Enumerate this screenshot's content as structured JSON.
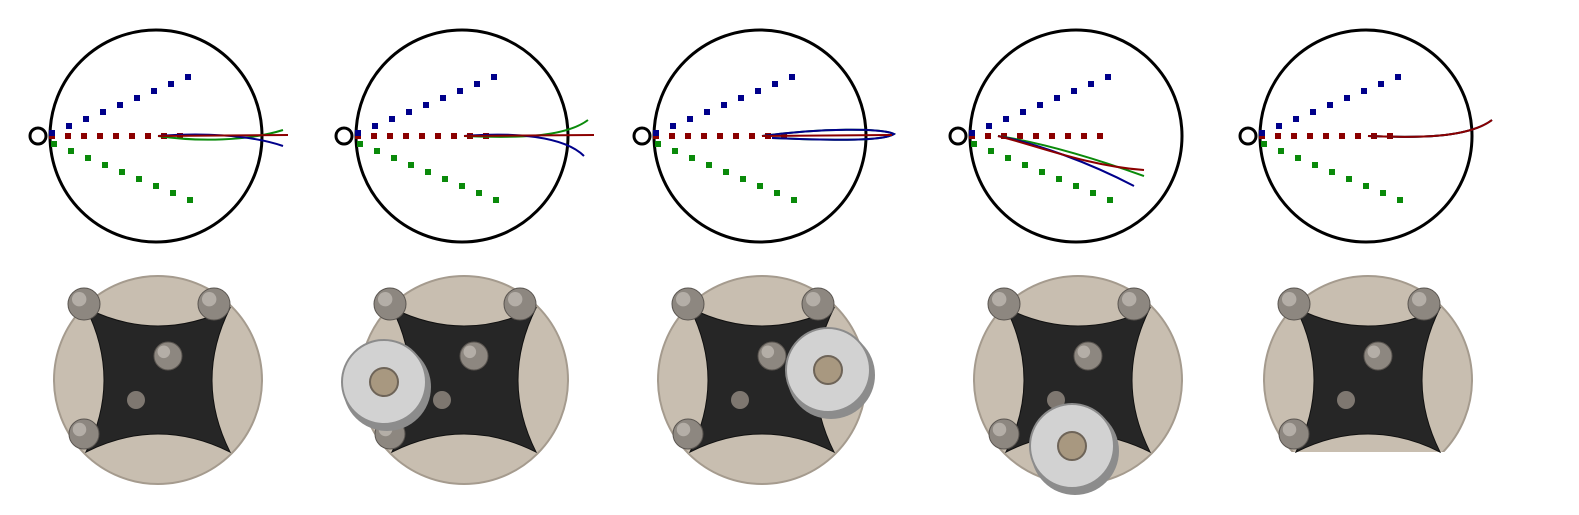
{
  "colors": {
    "blue": "#00008b",
    "red": "#8b0000",
    "green": "#0a8a0a",
    "outline": "#000000",
    "plate": "#c8beb0",
    "plate_edge": "#a59b8e",
    "cross": "#262626",
    "knob": "#8d8780",
    "knob_highlight": "#c4bfb8",
    "weight": "#d2d2d2",
    "weight_edge": "#8c8c8c",
    "weight_hub": "#a89880"
  },
  "panels": [
    {
      "id": "panel-1",
      "weight_position": "none",
      "trajectories": {
        "blue": "curve-slightly-down",
        "red": "straight",
        "green": "curve-slightly-up"
      }
    },
    {
      "id": "panel-2",
      "weight_position": "left",
      "trajectories": {
        "blue": "curve-down",
        "red": "straight",
        "green": "curve-up"
      }
    },
    {
      "id": "panel-3",
      "weight_position": "right",
      "trajectories": {
        "blue": "loop",
        "red": "straight",
        "green": "loop"
      }
    },
    {
      "id": "panel-4",
      "weight_position": "bottom",
      "trajectories": {
        "blue": "curve-down",
        "red": "curve-down",
        "green": "curve-down"
      }
    },
    {
      "id": "panel-5",
      "weight_position": "none",
      "trajectories": {
        "blue": "curve-up",
        "red": "curve-up",
        "green": "curve-up"
      }
    }
  ]
}
